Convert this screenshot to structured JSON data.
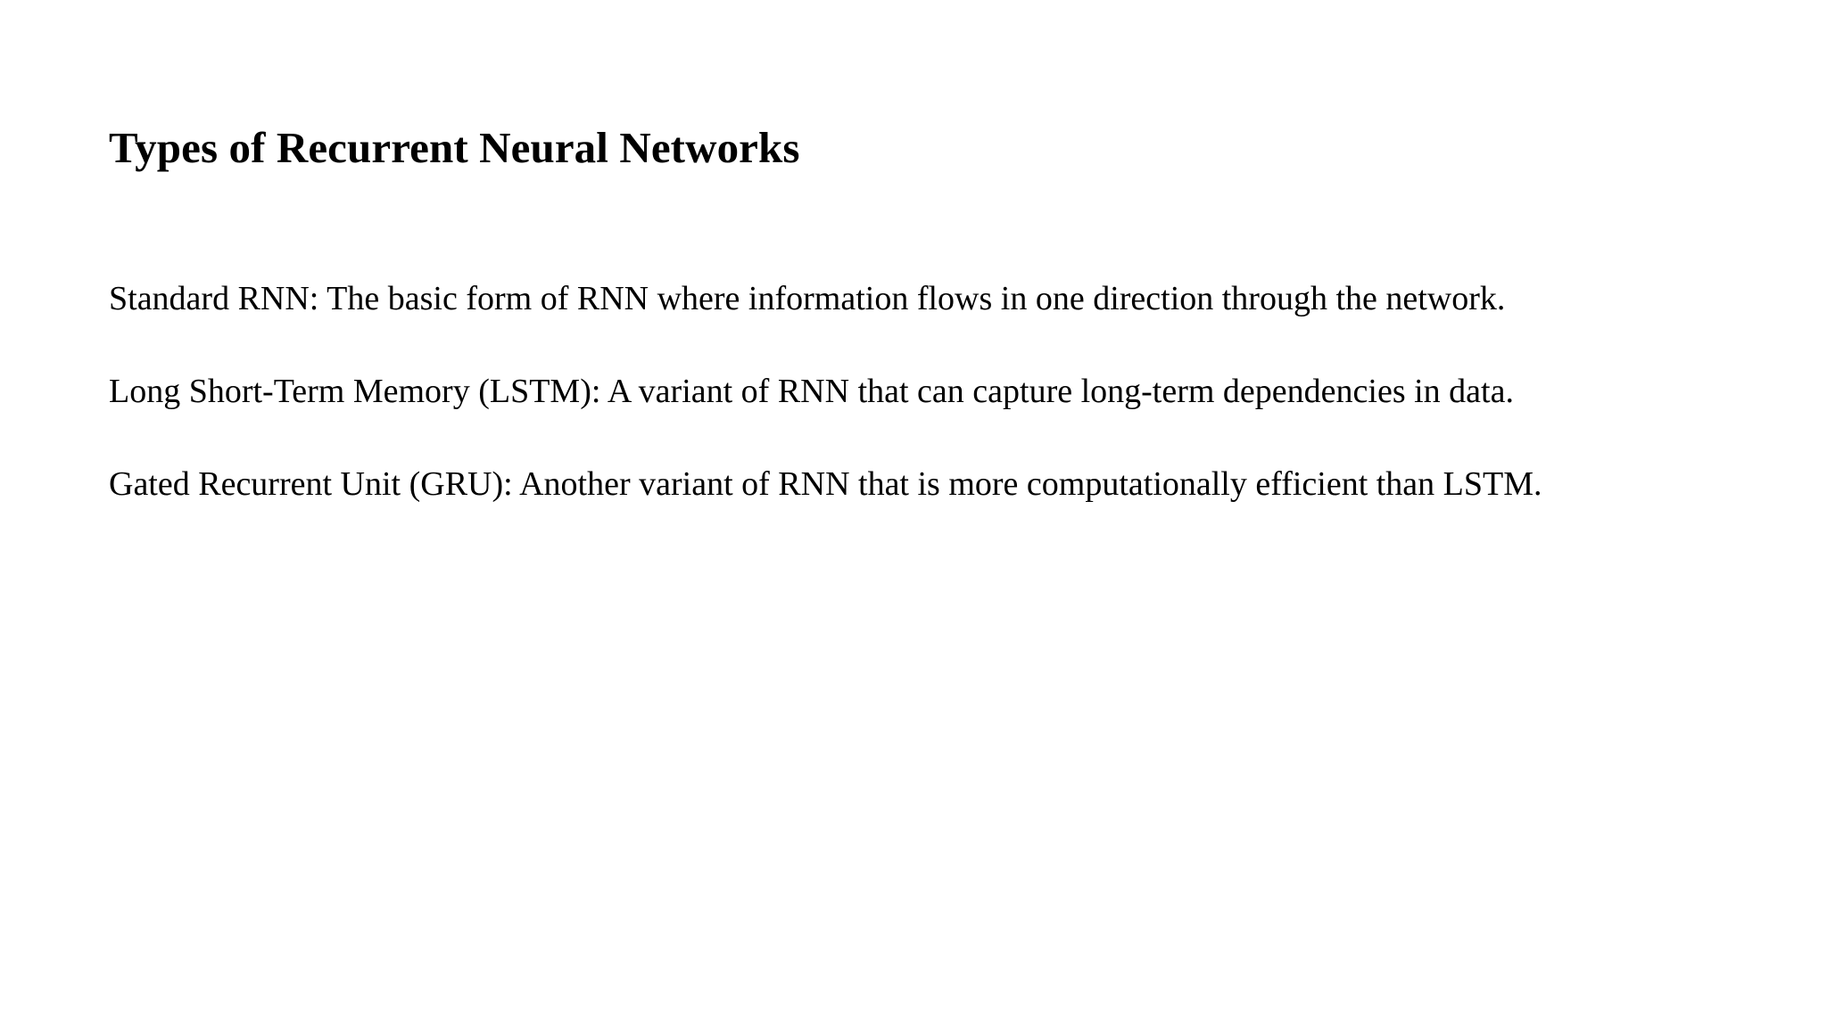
{
  "slide": {
    "title": "Types of Recurrent Neural Networks",
    "background_color": "#ffffff",
    "text_color": "#000000",
    "paragraphs": [
      {
        "text": "Standard RNN: The basic form of RNN where information flows in one direction through the network."
      },
      {
        "text": "Long Short-Term Memory (LSTM): A variant of RNN that can capture long-term dependencies in data."
      },
      {
        "text": "Gated Recurrent Unit (GRU): Another variant of RNN that is more computationally efficient than LSTM."
      }
    ]
  }
}
